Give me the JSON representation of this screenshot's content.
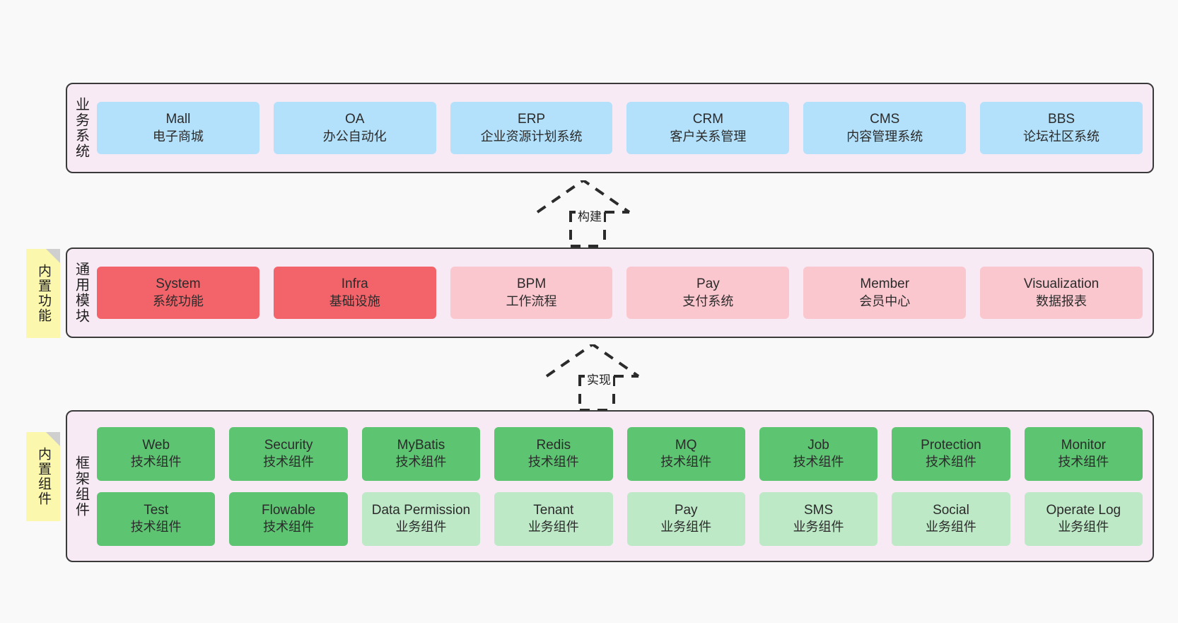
{
  "diagram": {
    "title": "",
    "colors": {
      "panel_bg": "#f8eaf4",
      "panel_border": "#3a3a3a",
      "business": "#b3e0fb",
      "module_core": "#f2646a",
      "module_plain": "#fbc7cf",
      "tech_component": "#5dc472",
      "biz_component": "#bde9c6",
      "sticky": "#fbf8ae",
      "sticky_fold": "#cfcfcf",
      "canvas_bg": "#f9f9f9"
    }
  },
  "layers": {
    "business": {
      "title": "业务系统",
      "rows": [
        [
          {
            "en": "Mall",
            "cn": "电子商城",
            "variant": "c-blue"
          },
          {
            "en": "OA",
            "cn": "办公自动化",
            "variant": "c-blue"
          },
          {
            "en": "ERP",
            "cn": "企业资源计划系统",
            "variant": "c-blue"
          },
          {
            "en": "CRM",
            "cn": "客户关系管理",
            "variant": "c-blue"
          },
          {
            "en": "CMS",
            "cn": "内容管理系统",
            "variant": "c-blue"
          },
          {
            "en": "BBS",
            "cn": "论坛社区系统",
            "variant": "c-blue"
          }
        ]
      ]
    },
    "common": {
      "title": "通用模块",
      "sticky": "内置功能",
      "rows": [
        [
          {
            "en": "System",
            "cn": "系统功能",
            "variant": "c-red"
          },
          {
            "en": "Infra",
            "cn": "基础设施",
            "variant": "c-red"
          },
          {
            "en": "BPM",
            "cn": "工作流程",
            "variant": "c-pink"
          },
          {
            "en": "Pay",
            "cn": "支付系统",
            "variant": "c-pink"
          },
          {
            "en": "Member",
            "cn": "会员中心",
            "variant": "c-pink"
          },
          {
            "en": "Visualization",
            "cn": "数据报表",
            "variant": "c-pink"
          }
        ]
      ]
    },
    "framework": {
      "title": "框架组件",
      "sticky": "内置组件",
      "rows": [
        [
          {
            "en": "Web",
            "cn": "技术组件",
            "variant": "c-green"
          },
          {
            "en": "Security",
            "cn": "技术组件",
            "variant": "c-green"
          },
          {
            "en": "MyBatis",
            "cn": "技术组件",
            "variant": "c-green"
          },
          {
            "en": "Redis",
            "cn": "技术组件",
            "variant": "c-green"
          },
          {
            "en": "MQ",
            "cn": "技术组件",
            "variant": "c-green"
          },
          {
            "en": "Job",
            "cn": "技术组件",
            "variant": "c-green"
          },
          {
            "en": "Protection",
            "cn": "技术组件",
            "variant": "c-green"
          },
          {
            "en": "Monitor",
            "cn": "技术组件",
            "variant": "c-green"
          }
        ],
        [
          {
            "en": "Test",
            "cn": "技术组件",
            "variant": "c-green"
          },
          {
            "en": "Flowable",
            "cn": "技术组件",
            "variant": "c-green"
          },
          {
            "en": "Data Permission",
            "cn": "业务组件",
            "variant": "c-lightgreen"
          },
          {
            "en": "Tenant",
            "cn": "业务组件",
            "variant": "c-lightgreen"
          },
          {
            "en": "Pay",
            "cn": "业务组件",
            "variant": "c-lightgreen"
          },
          {
            "en": "SMS",
            "cn": "业务组件",
            "variant": "c-lightgreen"
          },
          {
            "en": "Social",
            "cn": "业务组件",
            "variant": "c-lightgreen"
          },
          {
            "en": "Operate Log",
            "cn": "业务组件",
            "variant": "c-lightgreen"
          }
        ]
      ]
    }
  },
  "connectors": [
    {
      "id": "build",
      "label": "构建",
      "from": "common",
      "to": "business",
      "style": "dashed-hollow-triangle"
    },
    {
      "id": "impl",
      "label": "实现",
      "from": "framework",
      "to": "common",
      "style": "dashed-hollow-triangle"
    }
  ]
}
